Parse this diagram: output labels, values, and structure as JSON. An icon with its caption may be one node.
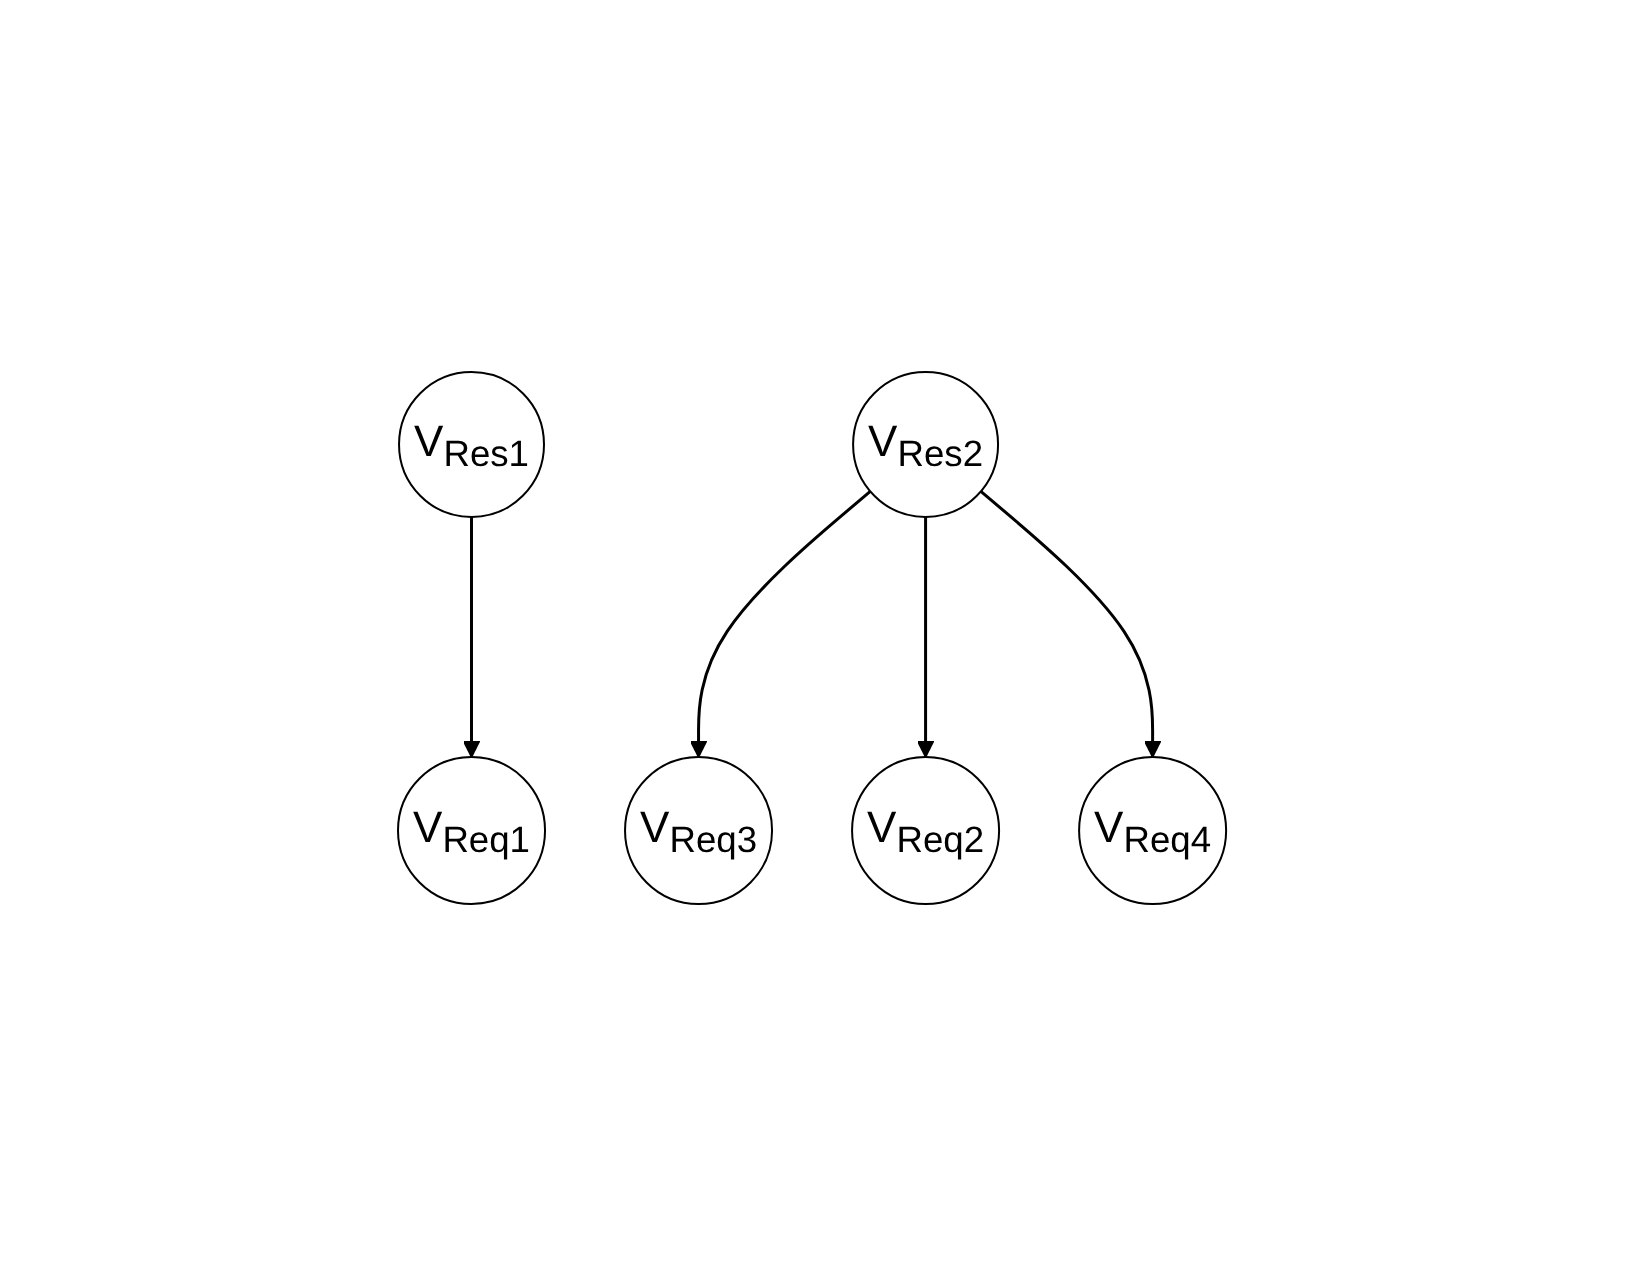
{
  "diagram": {
    "nodes": [
      {
        "text": [
          "V$_{Res1}$"
        ]
      },
      {
        "text": [
          "V$_{Res2}$"
        ]
      },
      {
        "text": [
          "V$_{Req3}$"
        ]
      },
      {
        "text": [
          "V$_{Req1}$"
        ]
      },
      {
        "text": [
          "V$_{Req2}$"
        ]
      },
      {
        "text": [
          "V$_{Req4}$"
        ]
      }
    ],
    "edges": [
      {
        "from": 0,
        "to": 3,
        "arrow": "to"
      },
      {
        "from": 1,
        "to": 2,
        "arrow": "to"
      },
      {
        "from": 1,
        "to": 4,
        "arrow": "to"
      },
      {
        "from": 1,
        "to": 5,
        "arrow": "to"
      }
    ]
  }
}
